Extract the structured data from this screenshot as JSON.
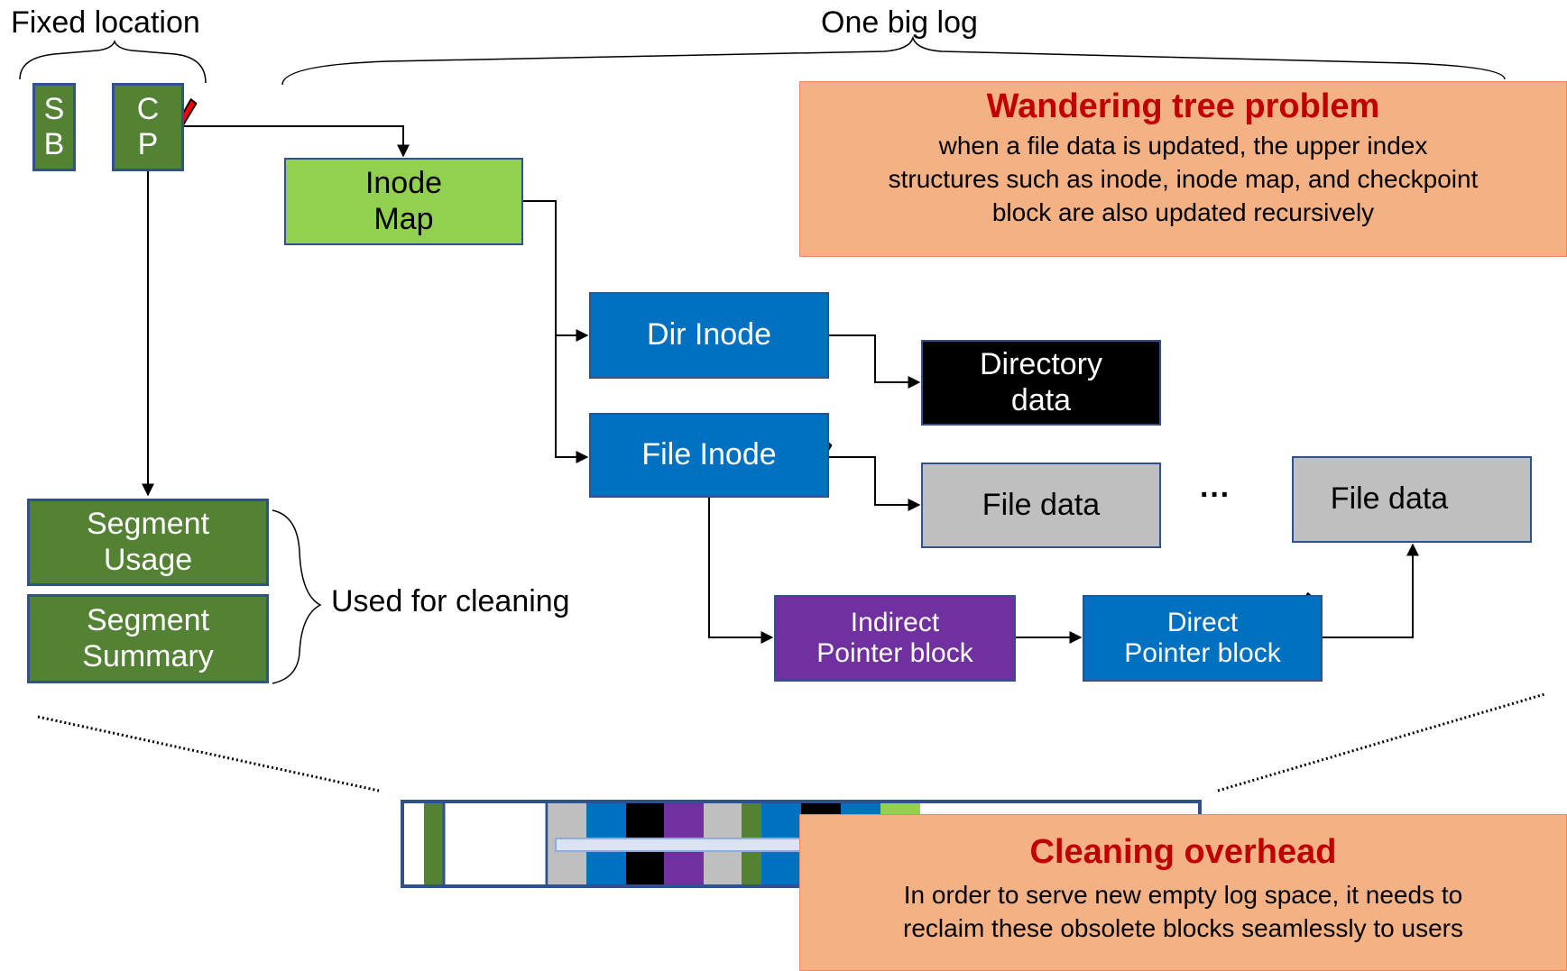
{
  "labels": {
    "fixed_location": "Fixed location",
    "one_big_log": "One big log",
    "used_for_cleaning": "Used for cleaning",
    "ellipsis": "···"
  },
  "blocks": {
    "sb": [
      "S",
      "B"
    ],
    "cp": [
      "C",
      "P"
    ],
    "inode_map": [
      "Inode",
      "Map"
    ],
    "dir_inode": "Dir Inode",
    "directory_data": [
      "Directory",
      "data"
    ],
    "file_inode": "File Inode",
    "file_data_1": "File data",
    "file_data_2": "File data",
    "indirect_pointer": [
      "Indirect",
      "Pointer block"
    ],
    "direct_pointer": [
      "Direct",
      "Pointer block"
    ],
    "segment_usage": [
      "Segment",
      "Usage"
    ],
    "segment_summary": [
      "Segment",
      "Summary"
    ]
  },
  "callouts": {
    "wandering": {
      "title": "Wandering tree problem",
      "lines": [
        "when a file data is updated,  the upper index",
        "structures such as inode, inode map, and checkpoint",
        "block are also updated recursively"
      ]
    },
    "cleaning": {
      "title": "Cleaning overhead",
      "lines": [
        "In order to serve new empty log space, it needs to",
        "reclaim these obsolete blocks seamlessly to users"
      ]
    }
  },
  "colors": {
    "segment_green": "#548235",
    "inode_map_green": "#92d050",
    "inode_blue": "#0070c0",
    "indirect_purple": "#7030a0",
    "file_data_gray": "#bfbfbf",
    "directory_black": "#000000",
    "callout_fill": "#f4b183",
    "callout_title_red": "#c00000",
    "checkmark_red": "#ff0000"
  }
}
